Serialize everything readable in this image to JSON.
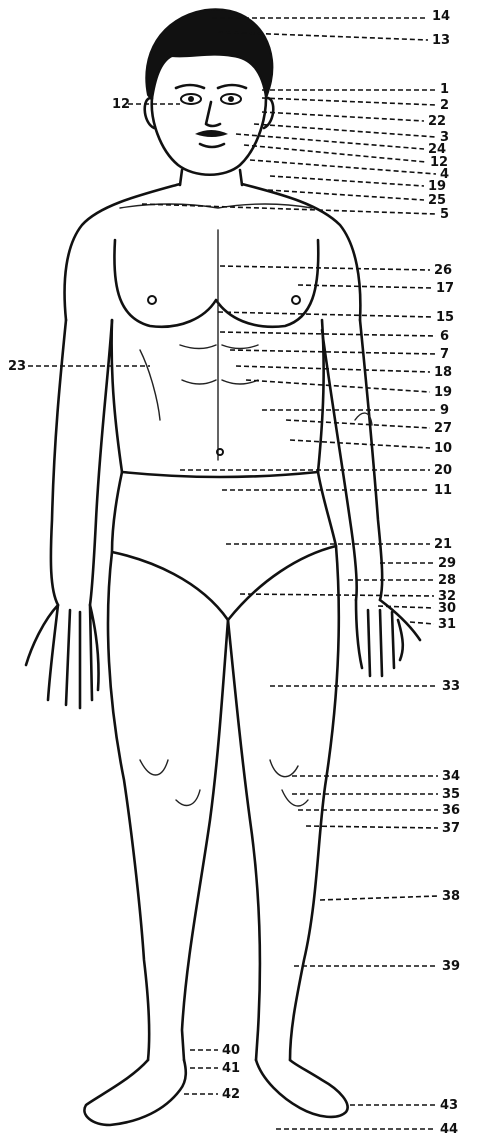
{
  "figure": {
    "labels": [
      {
        "id": "l14",
        "text": "14"
      },
      {
        "id": "l13",
        "text": "13"
      },
      {
        "id": "l1",
        "text": "1"
      },
      {
        "id": "l12a",
        "text": "12"
      },
      {
        "id": "l2",
        "text": "2"
      },
      {
        "id": "l22",
        "text": "22"
      },
      {
        "id": "l3",
        "text": "3"
      },
      {
        "id": "l24",
        "text": "24"
      },
      {
        "id": "l12b",
        "text": "12"
      },
      {
        "id": "l4",
        "text": "4"
      },
      {
        "id": "l19a",
        "text": "19"
      },
      {
        "id": "l25",
        "text": "25"
      },
      {
        "id": "l5",
        "text": "5"
      },
      {
        "id": "l26",
        "text": "26"
      },
      {
        "id": "l17",
        "text": "17"
      },
      {
        "id": "l15",
        "text": "15"
      },
      {
        "id": "l6",
        "text": "6"
      },
      {
        "id": "l23",
        "text": "23"
      },
      {
        "id": "l7",
        "text": "7"
      },
      {
        "id": "l18",
        "text": "18"
      },
      {
        "id": "l19b",
        "text": "19"
      },
      {
        "id": "l9",
        "text": "9"
      },
      {
        "id": "l27",
        "text": "27"
      },
      {
        "id": "l10",
        "text": "10"
      },
      {
        "id": "l20",
        "text": "20"
      },
      {
        "id": "l11",
        "text": "11"
      },
      {
        "id": "l21",
        "text": "21"
      },
      {
        "id": "l29",
        "text": "29"
      },
      {
        "id": "l28",
        "text": "28"
      },
      {
        "id": "l32",
        "text": "32"
      },
      {
        "id": "l30",
        "text": "30"
      },
      {
        "id": "l31",
        "text": "31"
      },
      {
        "id": "l33",
        "text": "33"
      },
      {
        "id": "l34",
        "text": "34"
      },
      {
        "id": "l35",
        "text": "35"
      },
      {
        "id": "l36",
        "text": "36"
      },
      {
        "id": "l37",
        "text": "37"
      },
      {
        "id": "l38",
        "text": "38"
      },
      {
        "id": "l39",
        "text": "39"
      },
      {
        "id": "l40",
        "text": "40"
      },
      {
        "id": "l41",
        "text": "41"
      },
      {
        "id": "l42",
        "text": "42"
      },
      {
        "id": "l43",
        "text": "43"
      },
      {
        "id": "l44",
        "text": "44"
      }
    ]
  }
}
